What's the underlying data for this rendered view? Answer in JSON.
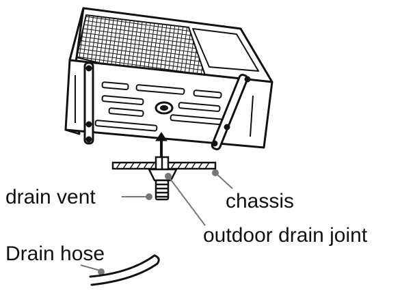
{
  "labels": {
    "drain_vent": "drain vent",
    "chassis": "chassis",
    "outdoor_drain_joint": "outdoor drain joint",
    "drain_hose": "Drain hose"
  }
}
